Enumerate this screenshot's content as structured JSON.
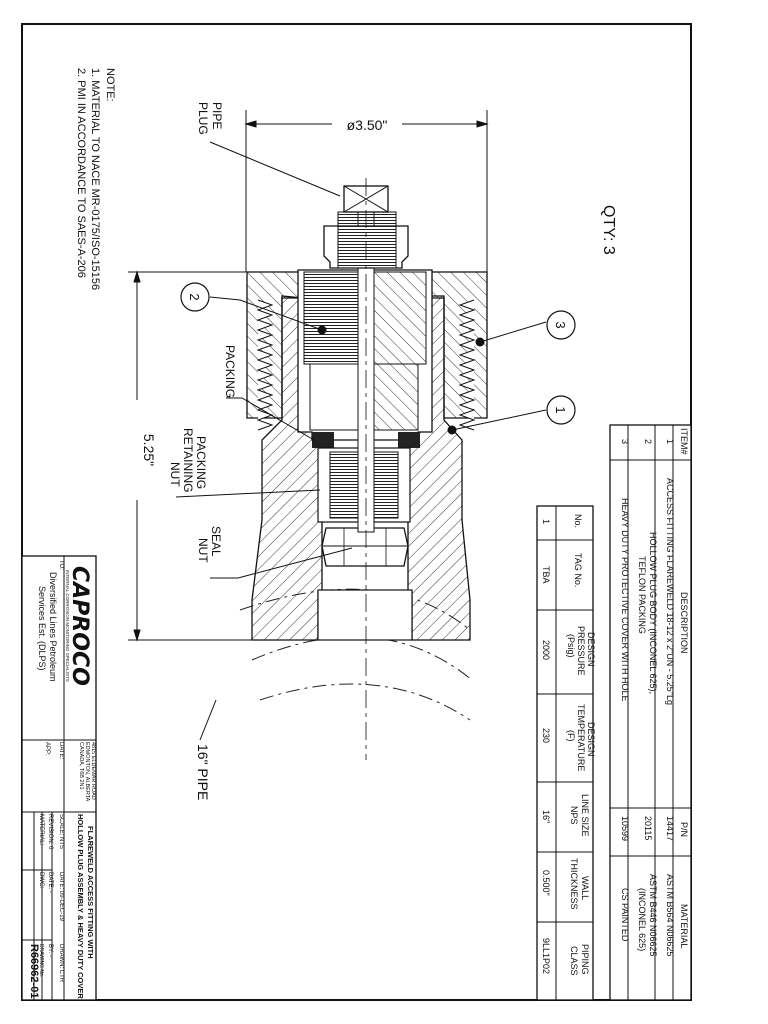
{
  "qty": "QTY: 3",
  "notes": {
    "heading": "NOTE:",
    "line1": "1. MATERIAL TO NACE MR-0175/ISO-15156",
    "line2": "2. PMI IN ACCORDANCE TO SAES-A-206"
  },
  "callouts": {
    "pipe_plug_1": "PIPE",
    "pipe_plug_2": "PLUG",
    "packing": "PACKING",
    "retaining_1": "PACKING",
    "retaining_2": "RETAINING",
    "retaining_3": "NUT",
    "seal_1": "SEAL",
    "seal_2": "NUT",
    "pipe": "16\" PIPE",
    "balloon_1": "1",
    "balloon_2": "2",
    "balloon_3": "3"
  },
  "dimensions": {
    "diameter": "ø3.50\"",
    "length": "5.25\""
  },
  "bom": {
    "headers": {
      "item": "ITEM#",
      "description": "DESCRIPTION",
      "pn": "P/N",
      "material": "MATERIAL"
    },
    "rows": [
      {
        "item": "1",
        "desc1": "ACCESS FITTING FLAREWELD 18-12 x 2\"UN - 5.25\"Lg",
        "desc2": "",
        "pn": "14417",
        "mat1": "ASTM B564 N06625",
        "mat2": ""
      },
      {
        "item": "2",
        "desc1": "HOLLOW PLUG BODY (INCONEL 625),",
        "desc2": "TEFLON PACKING",
        "pn": "20115",
        "mat1": "ASTM B446 N06625",
        "mat2": "(INCONEL 625)"
      },
      {
        "item": "3",
        "desc1": "HEAVY DUTY PROTECTIVE COVER WITH HOLE",
        "desc2": "",
        "pn": "10599",
        "mat1": "CS PAINTED",
        "mat2": ""
      }
    ]
  },
  "spec": {
    "headers": {
      "no": "No.",
      "tag": "TAG No.",
      "pressure": [
        "DESIGN",
        "PRESSURE",
        "(Psig)"
      ],
      "temperature": [
        "DESIGN",
        "TEMPERATURE",
        "(F)"
      ],
      "size": [
        "LINE SIZE",
        "NPS"
      ],
      "wall": [
        "WALL",
        "THICKNESS"
      ],
      "piping": [
        "PIPING",
        "CLASS"
      ]
    },
    "row": {
      "no": "1",
      "tag": "TBA",
      "pressure": "2000",
      "temperature": "230",
      "size": "16\"",
      "wall": "0.500\"",
      "piping": "9LL1P02"
    }
  },
  "title_block": {
    "logo": "CAPROCO",
    "logo_sub": "INTERNAL CORROSION MONITORING SPECIALISTS",
    "address1": "4815 ELDEMAR ROAD",
    "address2": "EDMONTON, ALBERTA",
    "address3": "CANADA, T6B 2N1",
    "to_label": "TO:",
    "client1": "Diversified Lines Petroleum",
    "client2": "Services Est. (DLPS)",
    "date_label": "DATE:",
    "app_label": "APP:",
    "title1": "FLAREWELD ACCESS FITTING WITH",
    "title2": "HOLLOW PLUG ASSEMBLY & HEAVY DUTY COVER",
    "scale": "SCALE: NTS",
    "date": "DATE: 09-DEC-19",
    "drawn": "DRAWN: CTR",
    "revision": "REVISION: 0",
    "date2": "DATE: -",
    "by": "BY: -",
    "material": "MATERIAL: -",
    "dwg_no_label": "DRAWING No.",
    "dwg_no": "R66962-01",
    "dwg_label": "DWG: -"
  }
}
